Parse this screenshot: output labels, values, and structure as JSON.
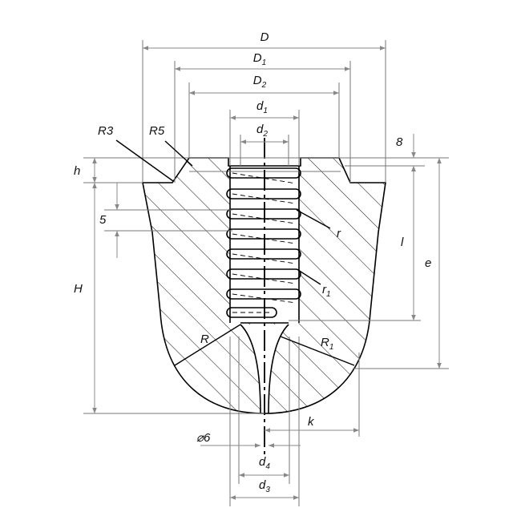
{
  "drawing": {
    "labels": {
      "D": "D",
      "D1": "D",
      "D1_sub": "1",
      "D2": "D",
      "D2_sub": "2",
      "d1": "d",
      "d1_sub": "1",
      "d2": "d",
      "d2_sub": "2",
      "d3": "d",
      "d3_sub": "3",
      "d4": "d",
      "d4_sub": "4",
      "R3": "R3",
      "R5": "R5",
      "dim8": "8",
      "h": "h",
      "dim5": "5",
      "H": "H",
      "l": "l",
      "e": "e",
      "r": "r",
      "r1": "r",
      "r1_sub": "1",
      "R": "R",
      "R1": "R",
      "R1_sub": "1",
      "k": "k",
      "phi6": "⌀6"
    },
    "colors": {
      "outline": "#000000",
      "dimension": "#888888",
      "hatch": "#222222"
    }
  }
}
